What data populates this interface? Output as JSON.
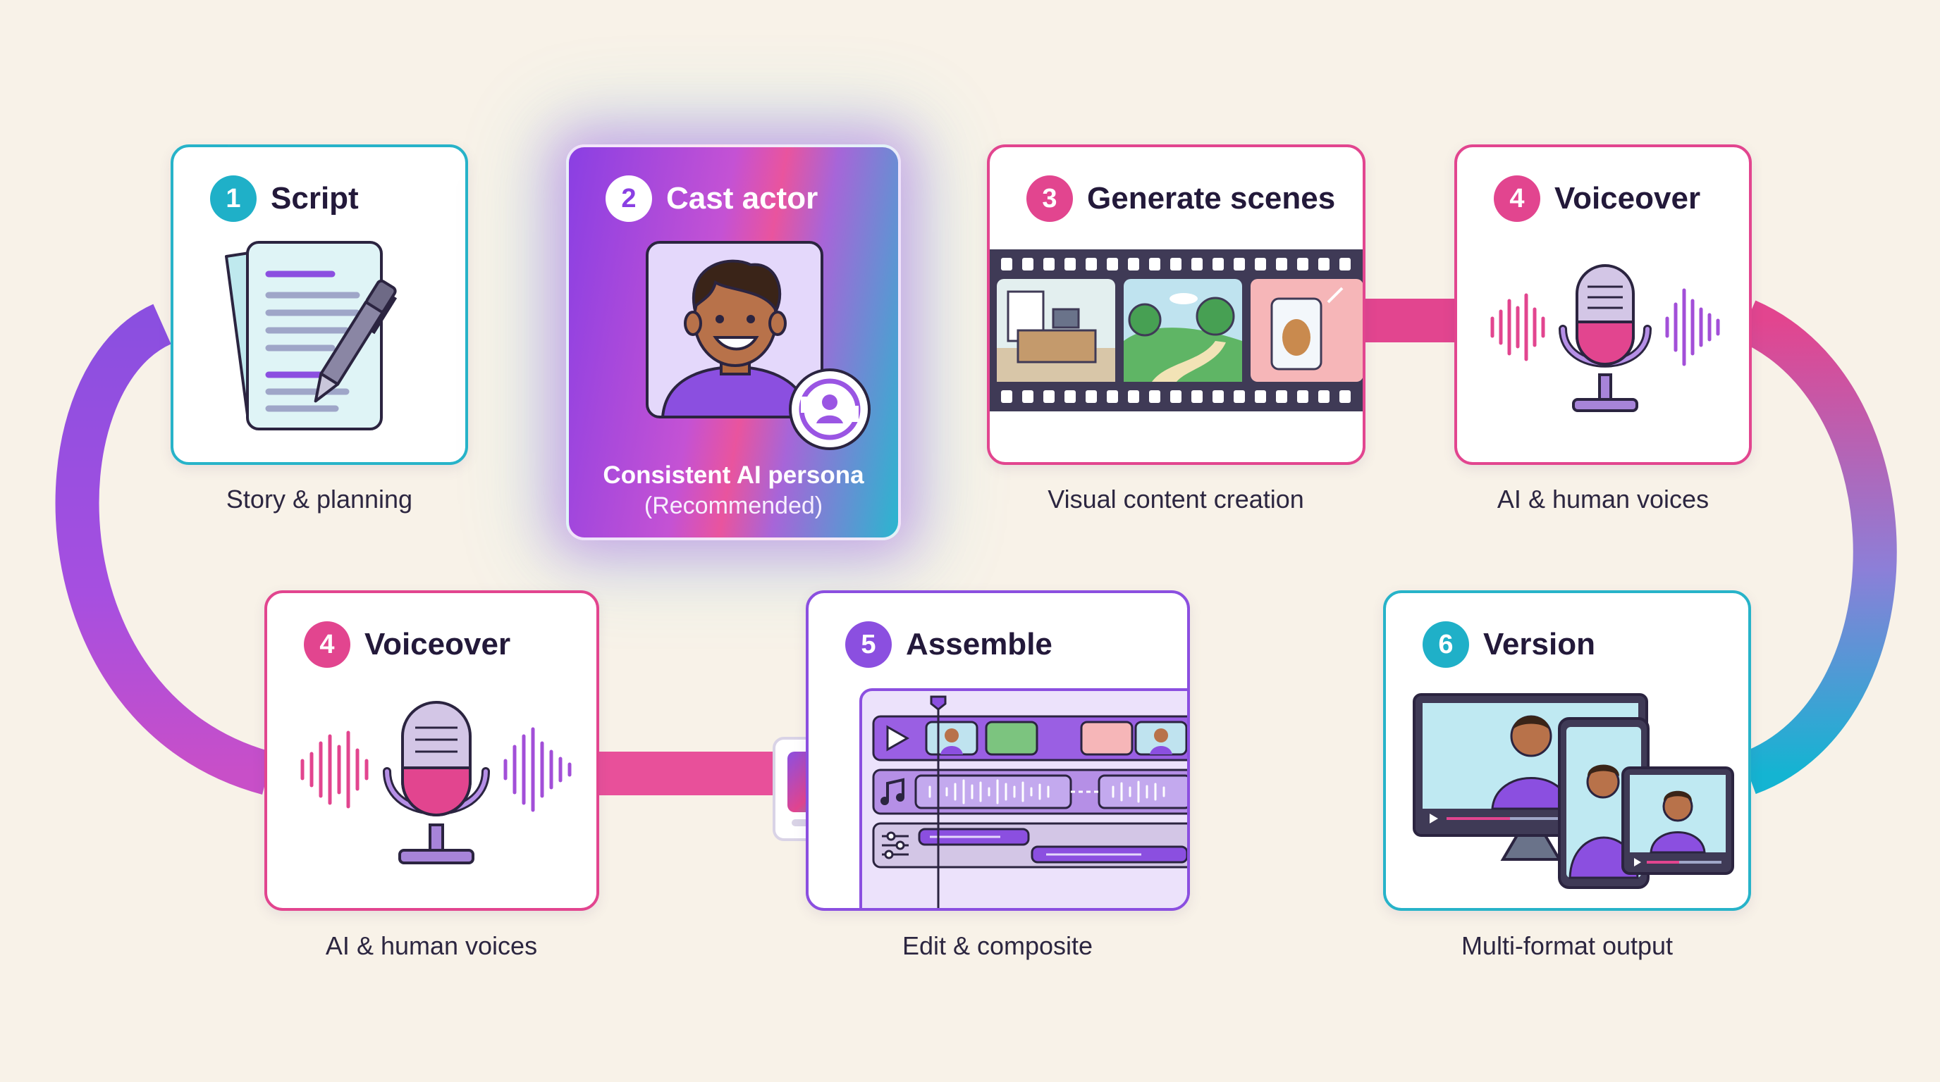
{
  "colors": {
    "background": "#f8f2e8",
    "teal": "#27b3c9",
    "pink": "#e2458f",
    "purple": "#8b4fe0",
    "text": "#23193a"
  },
  "steps": [
    {
      "number": "1",
      "title": "Script",
      "caption": "Story & planning",
      "icon": "script-pen-icon"
    },
    {
      "number": "2",
      "title": "Cast actor",
      "highlight_line1": "Consistent AI persona",
      "highlight_line2": "(Recommended)",
      "icon": "ai-persona-avatar-icon"
    },
    {
      "number": "3",
      "title": "Generate scenes",
      "caption": "Visual content creation",
      "icon": "film-strip-icon"
    },
    {
      "number": "4",
      "title": "Voiceover",
      "caption": "AI & human voices",
      "icon": "microphone-icon"
    },
    {
      "number": "4",
      "title": "Voiceover",
      "caption": "AI & human voices",
      "icon": "microphone-icon"
    },
    {
      "number": "5",
      "title": "Assemble",
      "caption": "Edit & composite",
      "icon": "timeline-editor-icon"
    },
    {
      "number": "6",
      "title": "Version",
      "caption": "Multi-format output",
      "icon": "multi-device-icon"
    }
  ]
}
